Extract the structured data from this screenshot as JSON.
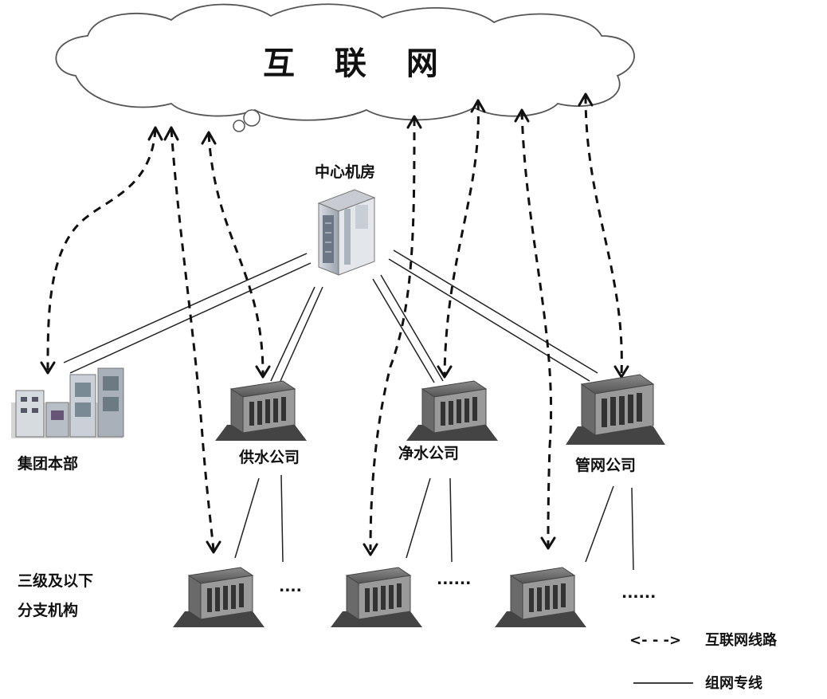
{
  "cloud": {
    "label": "互 联 网"
  },
  "nodes": {
    "center": "中心机房",
    "hq": "集团本部",
    "water_supply": "供水公司",
    "water_purify": "净水公司",
    "pipe_network": "管网公司",
    "branches_line1": "三级及以下",
    "branches_line2": "分支机构",
    "ellipsis": "....",
    "ellipsis_long": "......"
  },
  "legend": {
    "internet_line": "互联网线路",
    "private_line": "组网专线",
    "internet_symbol": "<- - ->"
  }
}
